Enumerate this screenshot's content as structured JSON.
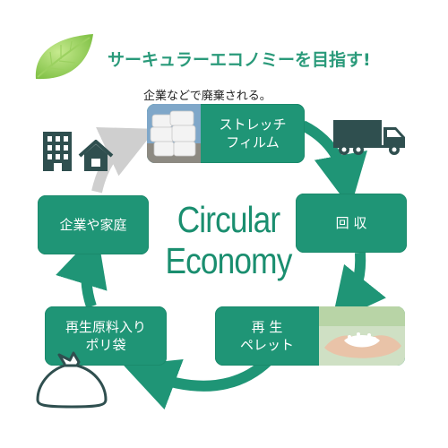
{
  "header": {
    "headline": "サーキュラーエコノミーを目指す!",
    "subline": "企業などで廃棄される。"
  },
  "center": {
    "line1": "Circular",
    "line2": "Economy"
  },
  "steps": {
    "stretch_film": "ストレッチ\nフィルム",
    "collection": "回  収",
    "pellet": "再 生\nペレット",
    "recycled_bag": "再生原料入り\nポリ袋",
    "company_home": "企業や家庭"
  },
  "icons": {
    "leaf": "leaf-icon",
    "building": "building-icon",
    "house": "house-icon",
    "truck": "truck-icon",
    "bag": "garbage-bag-icon",
    "film_photo": "stretch-film-photo",
    "pellet_photo": "pellet-photo"
  },
  "colors": {
    "accent": "#1f9576",
    "title": "#2a9a7a",
    "arrow_gray": "#cfcfcf",
    "icon_dark": "#2f4f4f"
  }
}
